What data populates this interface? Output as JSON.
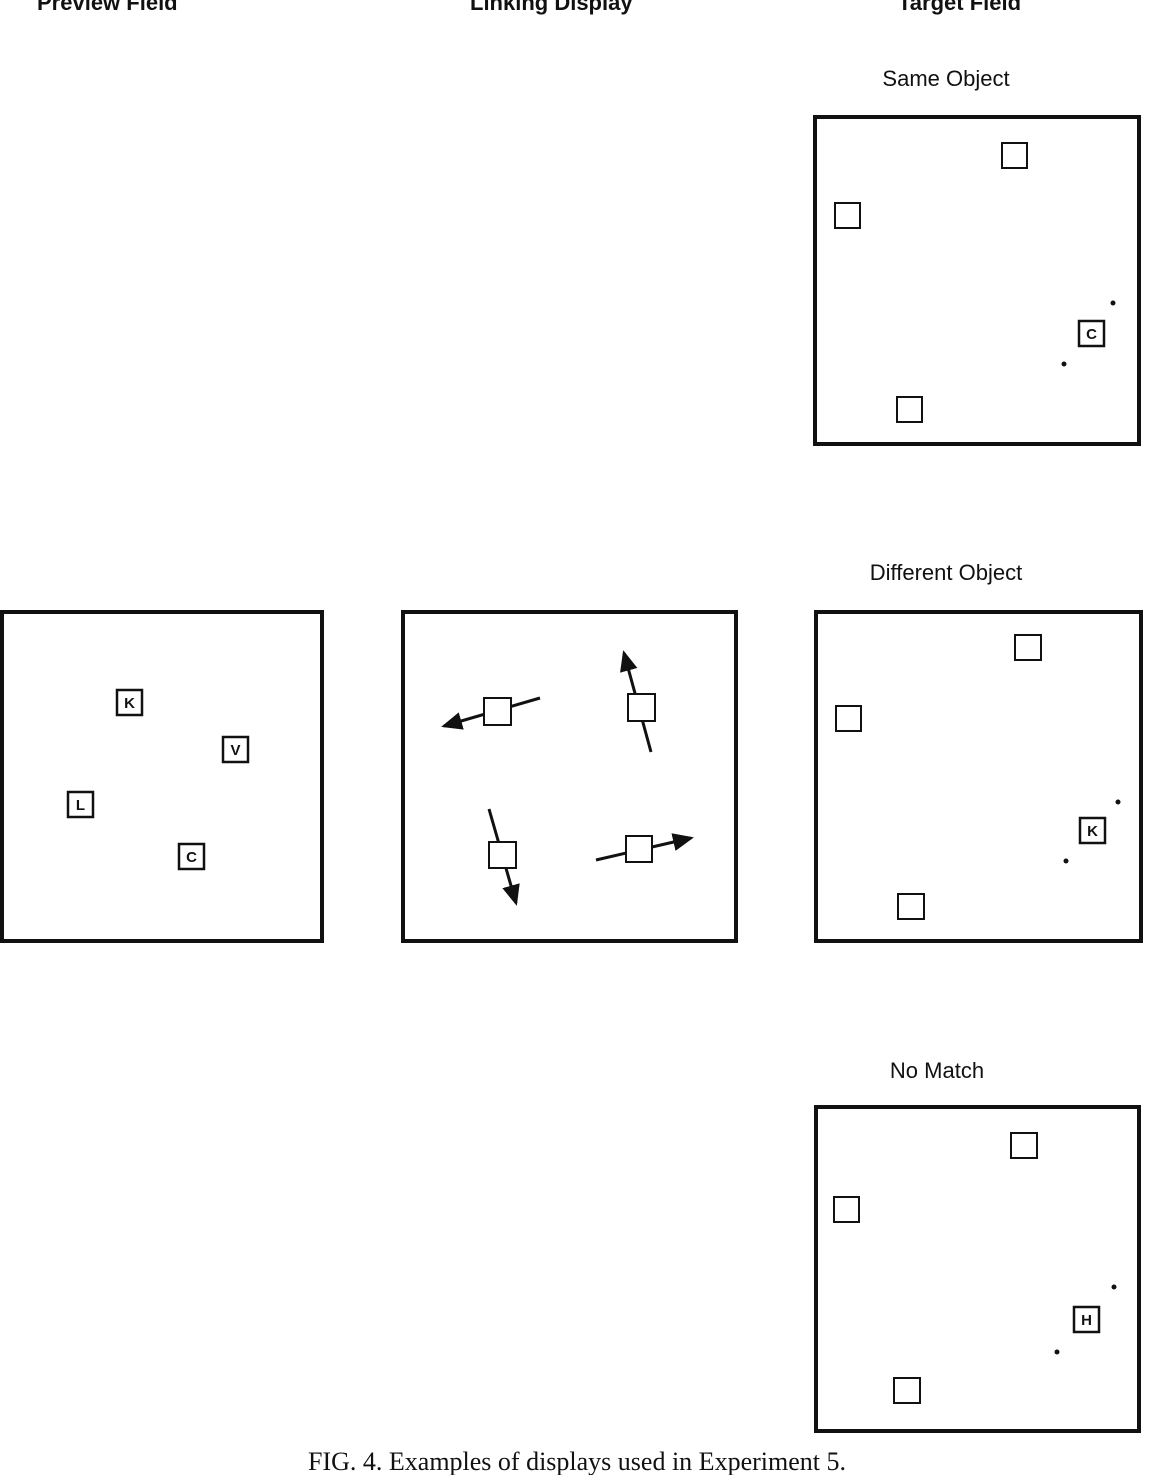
{
  "headers": {
    "preview": "Preview Field",
    "linking": "Linking Display",
    "target": "Target Field"
  },
  "conditions": [
    {
      "label": "Same Object",
      "target_letter": "C"
    },
    {
      "label": "Different Object",
      "target_letter": "K"
    },
    {
      "label": "No Match",
      "target_letter": "H"
    }
  ],
  "preview_letters": [
    "K",
    "V",
    "L",
    "C"
  ],
  "caption": "FIG. 4.  Examples of displays used in Experiment 5."
}
